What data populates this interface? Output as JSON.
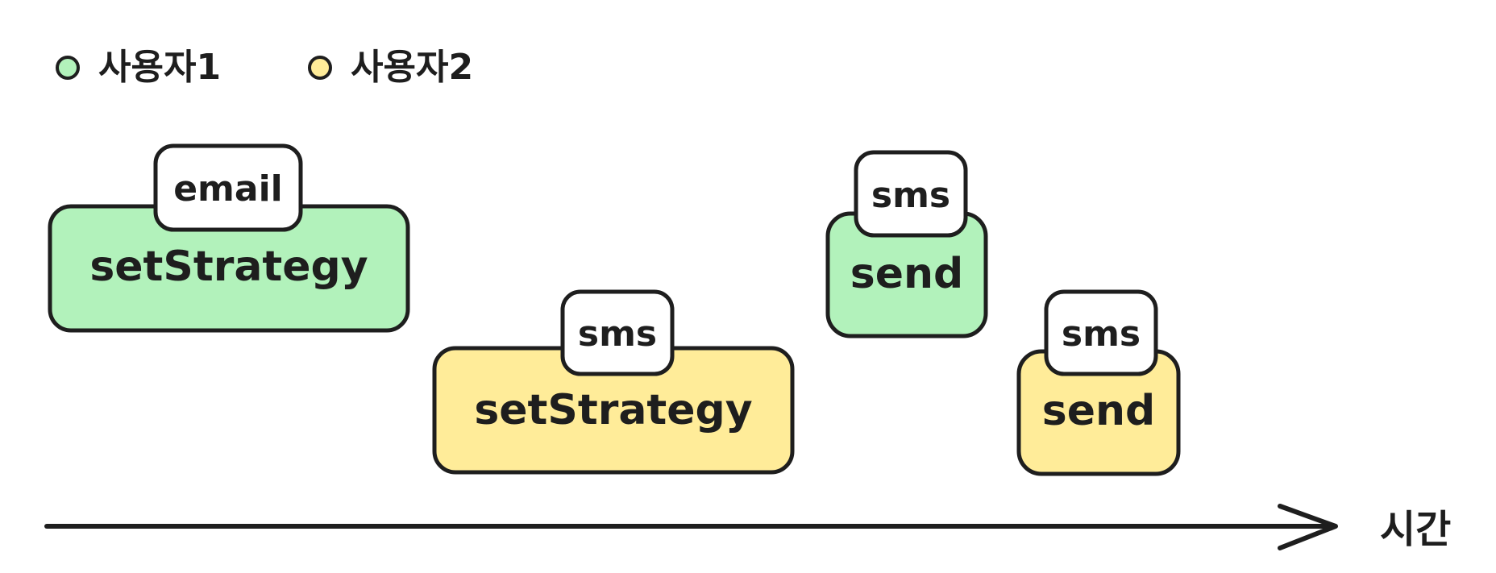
{
  "legend": [
    {
      "label": "사용자1",
      "color": "#b2f2bb"
    },
    {
      "label": "사용자2",
      "color": "#ffec99"
    }
  ],
  "colors": {
    "user1": "#b2f2bb",
    "user2": "#ffec99",
    "tag": "#ffffff",
    "stroke": "#1e1e1e"
  },
  "events": [
    {
      "user": "user1",
      "call": "setStrategy",
      "tag": "email"
    },
    {
      "user": "user2",
      "call": "setStrategy",
      "tag": "sms"
    },
    {
      "user": "user1",
      "call": "send",
      "tag": "sms"
    },
    {
      "user": "user2",
      "call": "send",
      "tag": "sms"
    }
  ],
  "axis": {
    "label": "시간"
  }
}
